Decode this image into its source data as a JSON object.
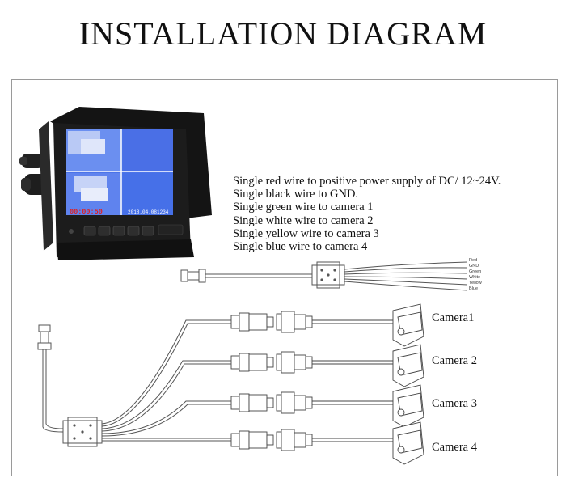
{
  "title": "INSTALLATION DIAGRAM",
  "instructions": [
    "Single red wire to positive power supply of DC/ 12~24V.",
    "Single black wire to GND.",
    "Single green wire to camera 1",
    "Single white wire to camera 2",
    "Single yellow wire to camera 3",
    "Single blue wire to camera 4"
  ],
  "wire_labels": [
    "Red",
    "GND",
    "Green",
    "White",
    "Yellow",
    "Blue"
  ],
  "cameras": [
    "Camera1",
    "Camera 2",
    "Camera 3",
    "Camera 4"
  ],
  "monitor": {
    "screen_time": "00:00:50",
    "screen_date": "2018.04.081234"
  },
  "colors": {
    "screen_blue": "#4a73e8",
    "screen_red_text": "#e02020",
    "monitor_body": "#1c1c1c"
  }
}
